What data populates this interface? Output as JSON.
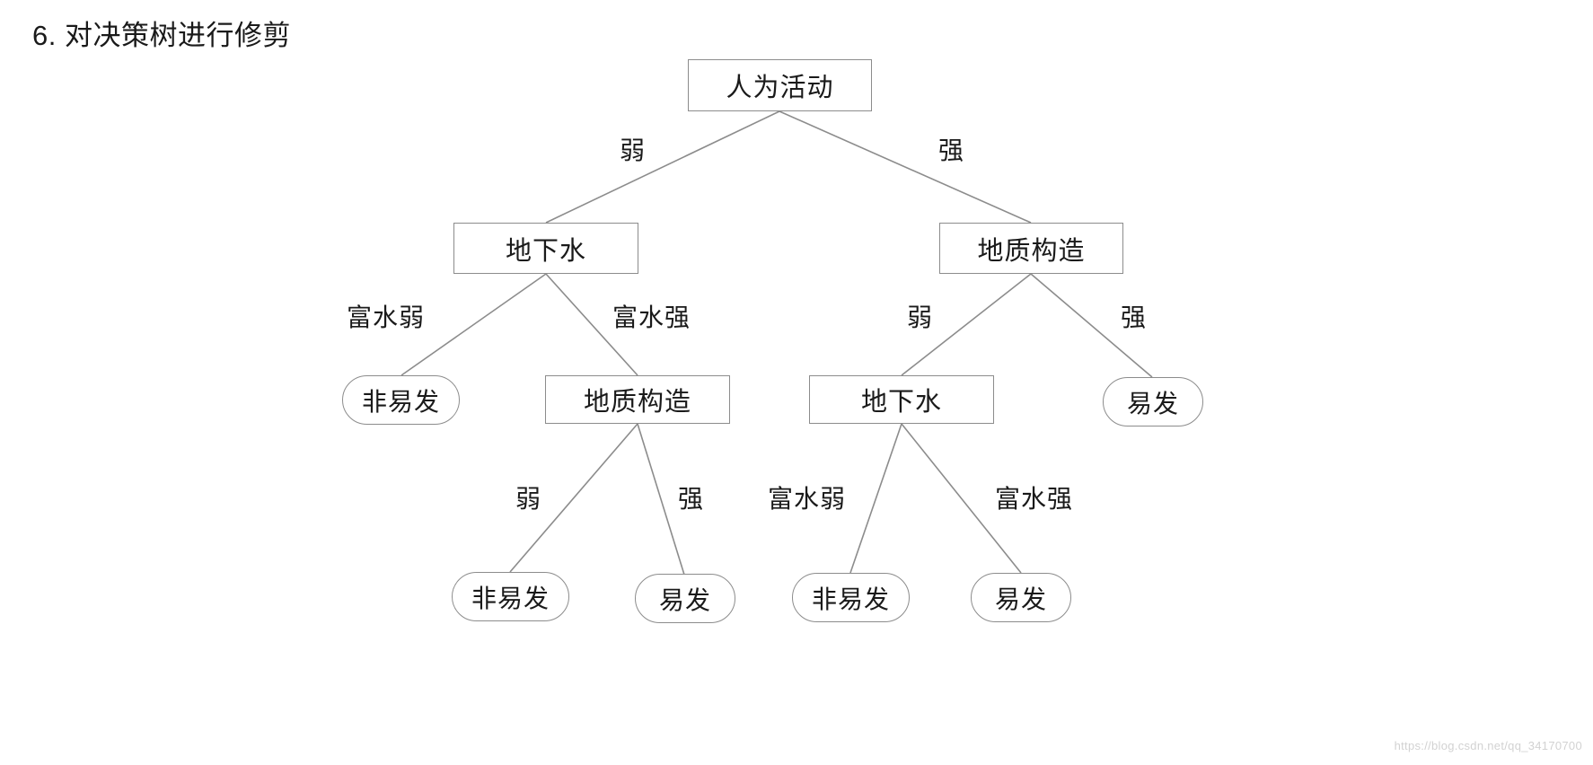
{
  "page": {
    "title": "6. 对决策树进行修剪",
    "watermark": "https://blog.csdn.net/qq_34170700"
  },
  "tree": {
    "nodes": {
      "root": {
        "label": "人为活动",
        "type": "decision"
      },
      "l2_left": {
        "label": "地下水",
        "type": "decision"
      },
      "l2_right": {
        "label": "地质构造",
        "type": "decision"
      },
      "l3_a": {
        "label": "非易发",
        "type": "leaf"
      },
      "l3_b": {
        "label": "地质构造",
        "type": "decision"
      },
      "l3_c": {
        "label": "地下水",
        "type": "decision"
      },
      "l3_d": {
        "label": "易发",
        "type": "leaf"
      },
      "l4_a": {
        "label": "非易发",
        "type": "leaf"
      },
      "l4_b": {
        "label": "易发",
        "type": "leaf"
      },
      "l4_c": {
        "label": "非易发",
        "type": "leaf"
      },
      "l4_d": {
        "label": "易发",
        "type": "leaf"
      }
    },
    "edge_labels": {
      "root_left": "弱",
      "root_right": "强",
      "l2_left_left": "富水弱",
      "l2_left_right": "富水强",
      "l2_right_left": "弱",
      "l2_right_right": "强",
      "l3_b_left": "弱",
      "l3_b_right": "强",
      "l3_c_left": "富水弱",
      "l3_c_right": "富水强"
    }
  },
  "style": {
    "node_stroke": "#8c8c8c",
    "edge_stroke": "#8c8c8c",
    "text_color": "#1a1a1a",
    "background": "#ffffff"
  }
}
